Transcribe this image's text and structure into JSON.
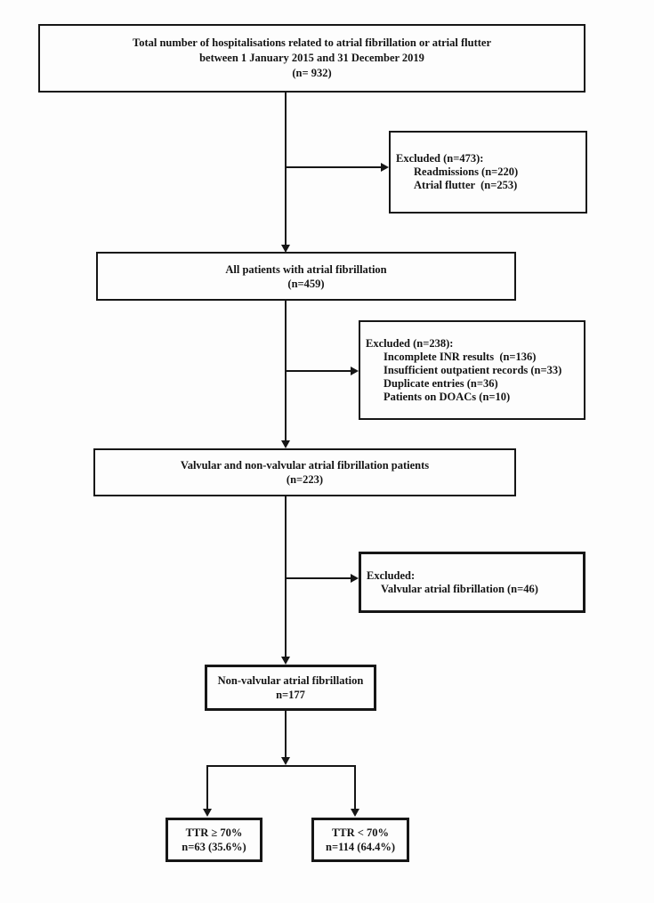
{
  "diagram": {
    "colors": {
      "line": "#161616",
      "background": "#fdfdfd",
      "text": "#141414"
    },
    "boxes": {
      "total": {
        "lines": [
          "Total number of hospitalisations related to atrial fibrillation or atrial flutter",
          "between 1 January 2015 and 31 December 2019",
          "(n= 932)"
        ]
      },
      "excluded1": {
        "title": "Excluded (n=473):",
        "items": [
          "Readmissions (n=220)",
          "Atrial flutter  (n=253)"
        ]
      },
      "allPatients": {
        "lines": [
          "All patients with atrial fibrillation",
          "(n=459)"
        ]
      },
      "excluded2": {
        "title": "Excluded (n=238):",
        "items": [
          "Incomplete INR results  (n=136)",
          "Insufficient outpatient records (n=33)",
          "Duplicate entries (n=36)",
          "Patients on DOACs (n=10)"
        ]
      },
      "valvularNonvalvular": {
        "lines": [
          "Valvular and non-valvular atrial fibrillation patients",
          "(n=223)"
        ]
      },
      "excluded3": {
        "title": "Excluded:",
        "items": [
          "Valvular atrial fibrillation (n=46)"
        ]
      },
      "nonValvular": {
        "lines": [
          "Non-valvular atrial fibrillation",
          "n=177"
        ]
      },
      "ttrHigh": {
        "lines": [
          "TTR ≥ 70%",
          "n=63 (35.6%)"
        ]
      },
      "ttrLow": {
        "lines": [
          "TTR < 70%",
          "n=114 (64.4%)"
        ]
      }
    }
  }
}
